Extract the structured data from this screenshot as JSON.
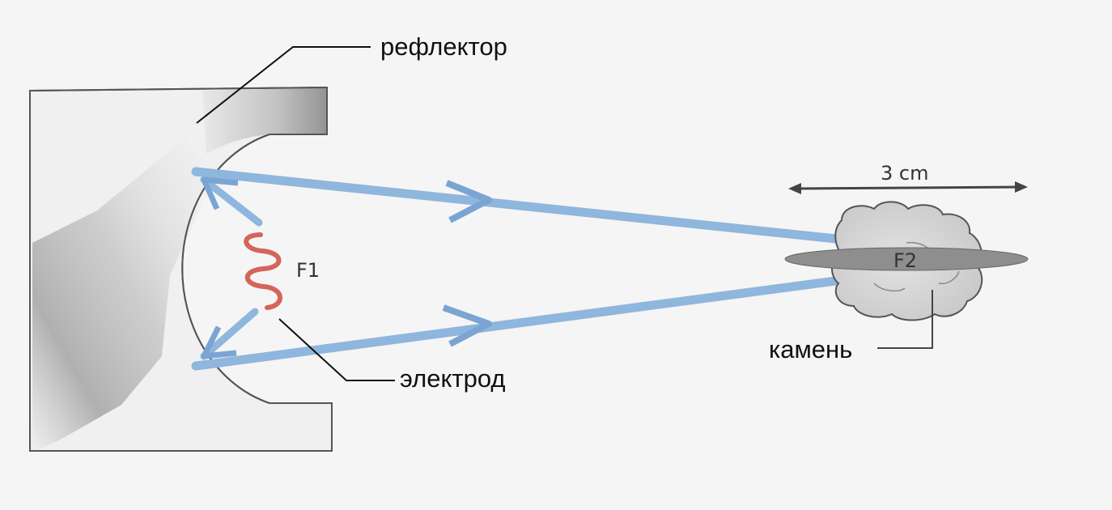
{
  "labels": {
    "reflector": "рефлектор",
    "electrode": "электрод",
    "stone": "камень",
    "focus1": "F1",
    "focus2": "F2",
    "dimension": "3 cm"
  },
  "colors": {
    "beam": "#8fb6dd",
    "beam_arrow": "#7aa5d3",
    "electrode": "#d5645a",
    "reflector_shadow": "#8a8a8a",
    "stone_fill": "#d6d6d6",
    "disc_fill": "#8e8e8e",
    "outline": "#555555"
  }
}
